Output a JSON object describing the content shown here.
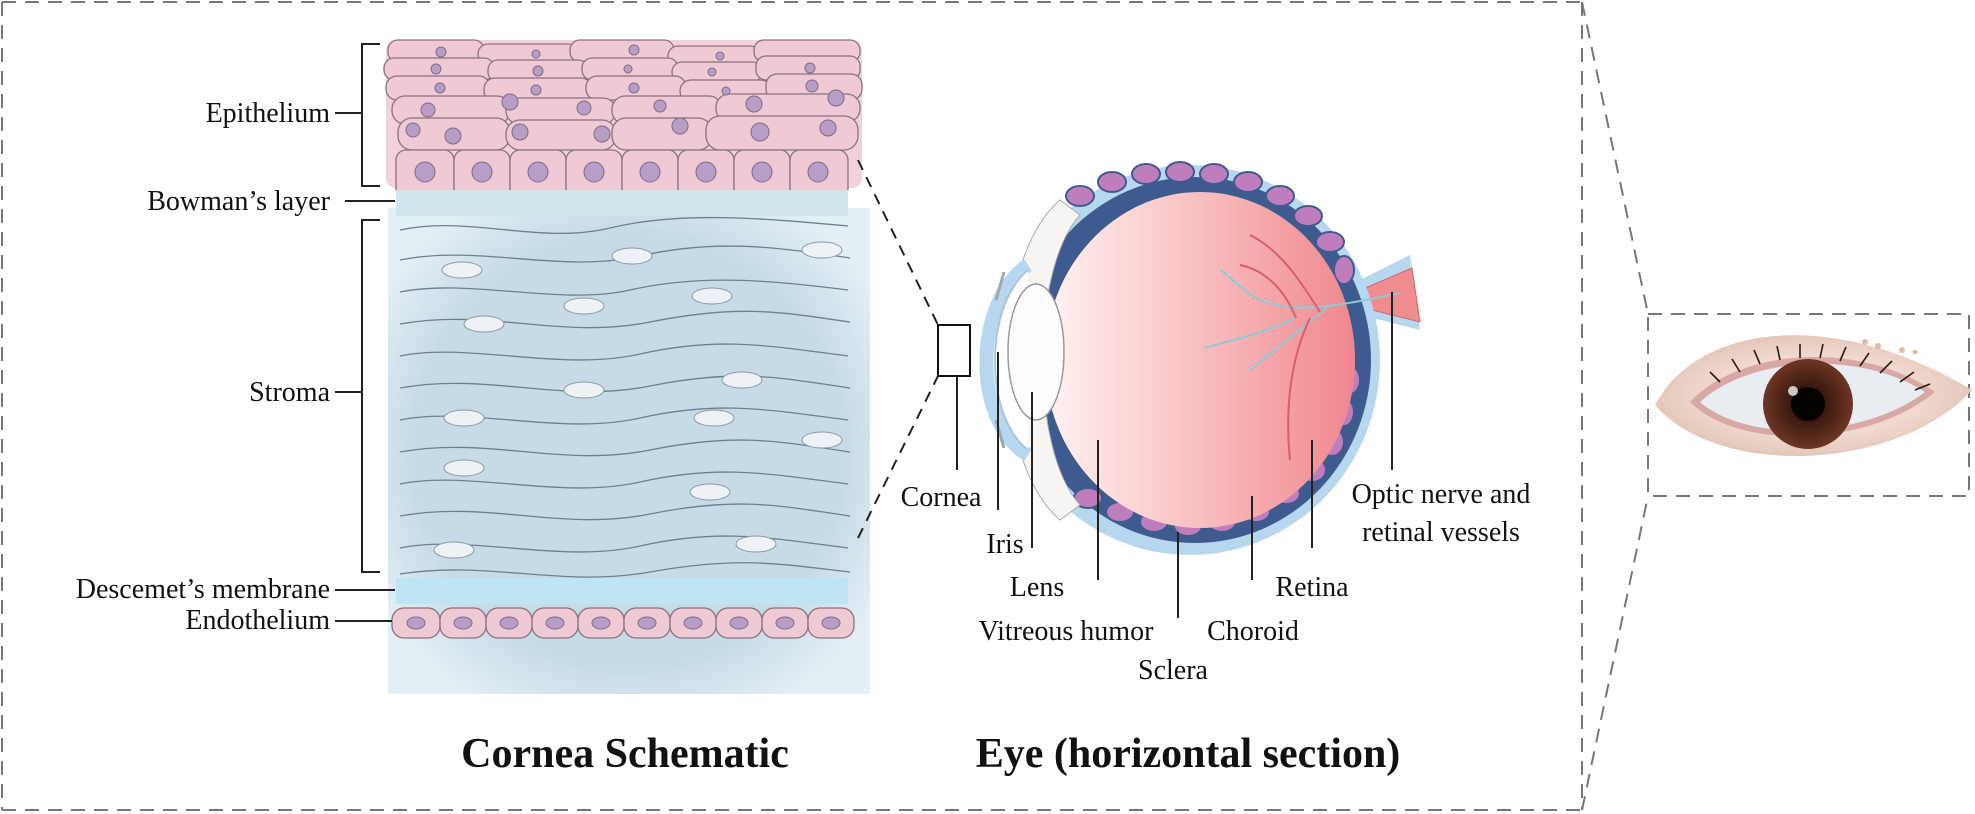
{
  "cornea_labels": {
    "epithelium": "Epithelium",
    "bowman": "Bowman’s layer",
    "stroma": "Stroma",
    "descemet": "Descemet’s membrane",
    "endothelium": "Endothelium"
  },
  "eye_labels": {
    "cornea": "Cornea",
    "iris": "Iris",
    "lens": "Lens",
    "vitreous": "Vitreous humor",
    "sclera": "Sclera",
    "choroid": "Choroid",
    "retina": "Retina",
    "optic_line1": "Optic nerve and",
    "optic_line2": "retinal vessels"
  },
  "titles": {
    "cornea_schematic": "Cornea Schematic",
    "eye_section": "Eye (horizontal section)"
  },
  "colors": {
    "epithelium_fill": "#efc9d3",
    "cell_nucleus": "#b89ec4",
    "bowman_fill": "#cfe6ec",
    "stroma_fill": "#c4d9e6",
    "descemet_fill": "#bfe4f4",
    "sclera": "#b6d7ee",
    "choroid": "#3d5b8f",
    "retina_cells": "#c07dbd",
    "vitreous_front": "#fde6e6",
    "vitreous_back": "#f08c90",
    "iris_eye": "#5a2a1c"
  }
}
